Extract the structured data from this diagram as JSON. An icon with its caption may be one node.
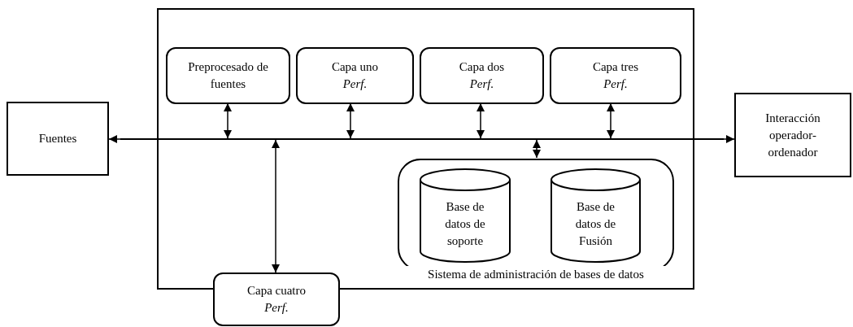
{
  "diagram": {
    "nodes": [
      {
        "text": [
          "Fuentes"
        ]
      },
      {
        "text": [],
        "shape": "box"
      },
      {
        "text": [
          "Preprocesado de fuentes"
        ],
        "in": 1
      },
      {
        "text": [
          "Capa uno",
          "Perf."
        ],
        "in": 1
      },
      {
        "text": [
          "Capa dos",
          "Perf."
        ],
        "in": 1
      },
      {
        "text": [
          "Capa tres",
          "Perf."
        ],
        "in": 1
      },
      {
        "text": [],
        "shape": "bar"
      },
      {
        "text": [
          "Sistema de administración de bases de datos"
        ],
        "in": 1
      },
      {
        "text": [
          "Base de datos de soporte"
        ],
        "in": 7
      },
      {
        "text": [
          "Base de datos de Fusión"
        ],
        "in": 7
      },
      {
        "text": [
          "Interacción operador-ordenador"
        ]
      },
      {
        "text": [
          "Capa cuatro",
          "Perf."
        ]
      }
    ],
    "edges": [
      {
        "from": 6,
        "to": 0,
        "arrow": "to"
      },
      {
        "from": 6,
        "to": 10,
        "arrow": "to"
      },
      {
        "from": 2,
        "to": 6,
        "arrow": "both"
      },
      {
        "from": 3,
        "to": 6,
        "arrow": "both"
      },
      {
        "from": 4,
        "to": 6,
        "arrow": "both"
      },
      {
        "from": 5,
        "to": 6,
        "arrow": "both"
      },
      {
        "from": 6,
        "to": 7,
        "arrow": "both"
      },
      {
        "from": 6,
        "to": 11,
        "arrow": "both"
      }
    ]
  }
}
